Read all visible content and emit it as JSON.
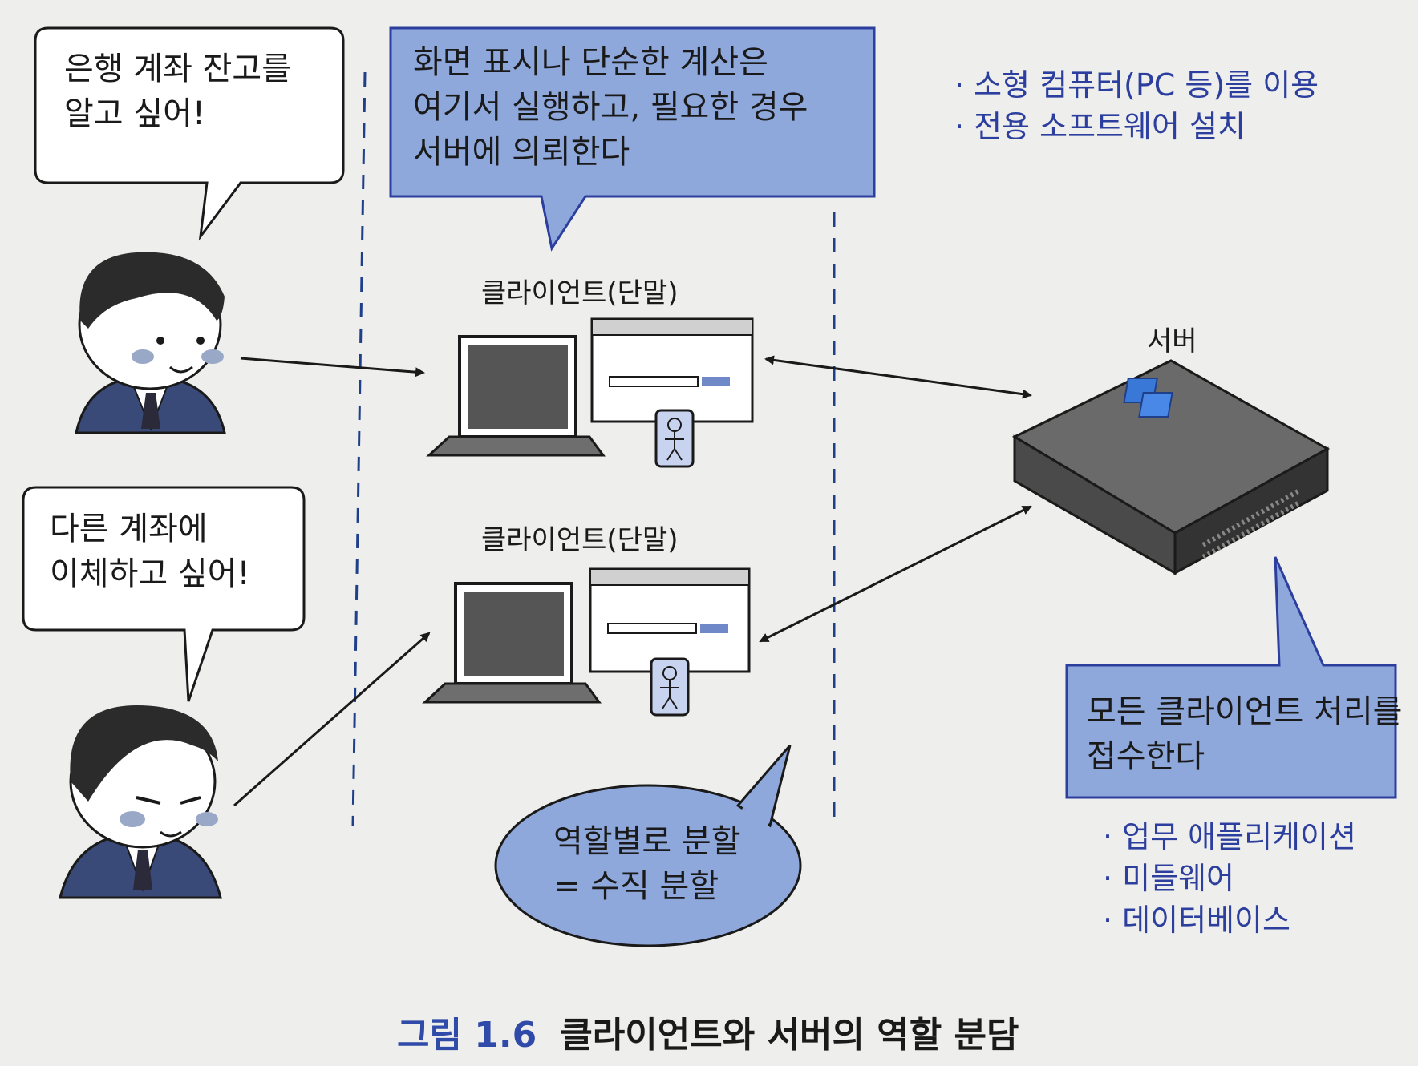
{
  "customer1_bubble": {
    "line1": "은행 계좌 잔고를",
    "line2": "알고 싶어!"
  },
  "customer2_bubble": {
    "line1": "다른 계좌에",
    "line2": "이체하고 싶어!"
  },
  "client_note": {
    "line1": "화면 표시나 단순한 계산은",
    "line2": "여기서 실행하고, 필요한 경우",
    "line3": "서버에 의뢰한다"
  },
  "client_label_top": "클라이언트(단말)",
  "client_label_bottom": "클라이언트(단말)",
  "client_specs": [
    "· 소형 컴퓨터(PC 등)를 이용",
    "· 전용 소프트웨어 설치"
  ],
  "server_label": "서버",
  "server_note": {
    "line1": "모든 클라이언트 처리를",
    "line2": "접수한다"
  },
  "server_specs": [
    "· 업무 애플리케이션",
    "· 미들웨어",
    "· 데이터베이스"
  ],
  "split_bubble": {
    "line1": "역할별로 분할",
    "line2": "= 수직 분할"
  },
  "caption": {
    "number": "그림 1.6",
    "title": "클라이언트와 서버의 역할 분담"
  },
  "colors": {
    "blue_fill": "#8fa8dc",
    "blue_text": "#2c3f9e",
    "caption_blue": "#2f4aa8"
  }
}
